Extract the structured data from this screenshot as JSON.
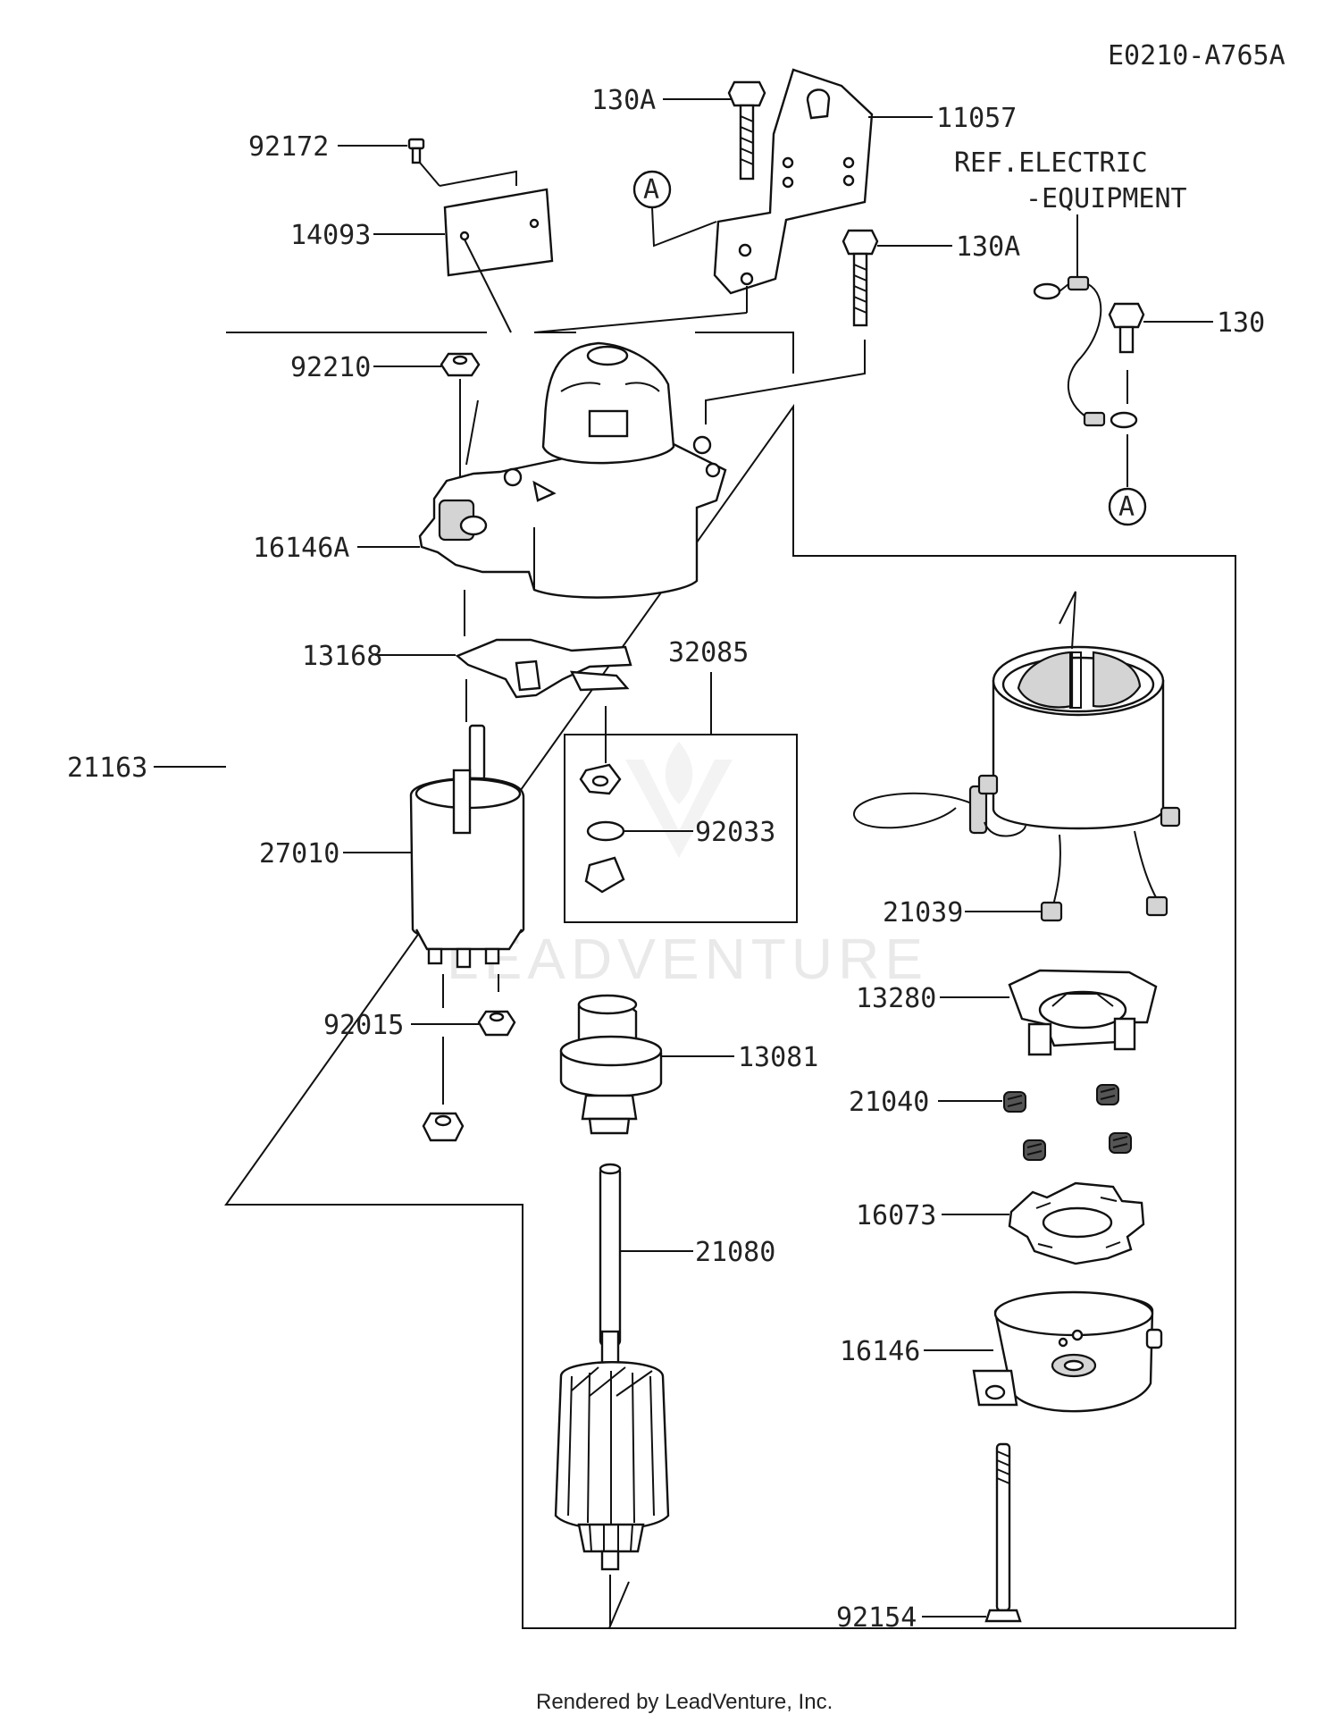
{
  "diagram_code": "E0210-A765A",
  "reference_note": [
    "REF.ELECTRIC",
    "-EQUIPMENT"
  ],
  "callout_marker": "A",
  "watermark": "LEADVENTURE",
  "footer": "Rendered by LeadVenture, Inc.",
  "part_labels": {
    "p92172": "92172",
    "p14093": "14093",
    "p130A_top": "130A",
    "p11057": "11057",
    "p130A_mid": "130A",
    "p130": "130",
    "p92210": "92210",
    "p16146A": "16146A",
    "p13168": "13168",
    "p32085": "32085",
    "p21163": "21163",
    "p27010": "27010",
    "p92033": "92033",
    "p21039": "21039",
    "p92015": "92015",
    "p13081": "13081",
    "p13280": "13280",
    "p21040": "21040",
    "p16073": "16073",
    "p21080": "21080",
    "p16146": "16146",
    "p92154": "92154"
  }
}
